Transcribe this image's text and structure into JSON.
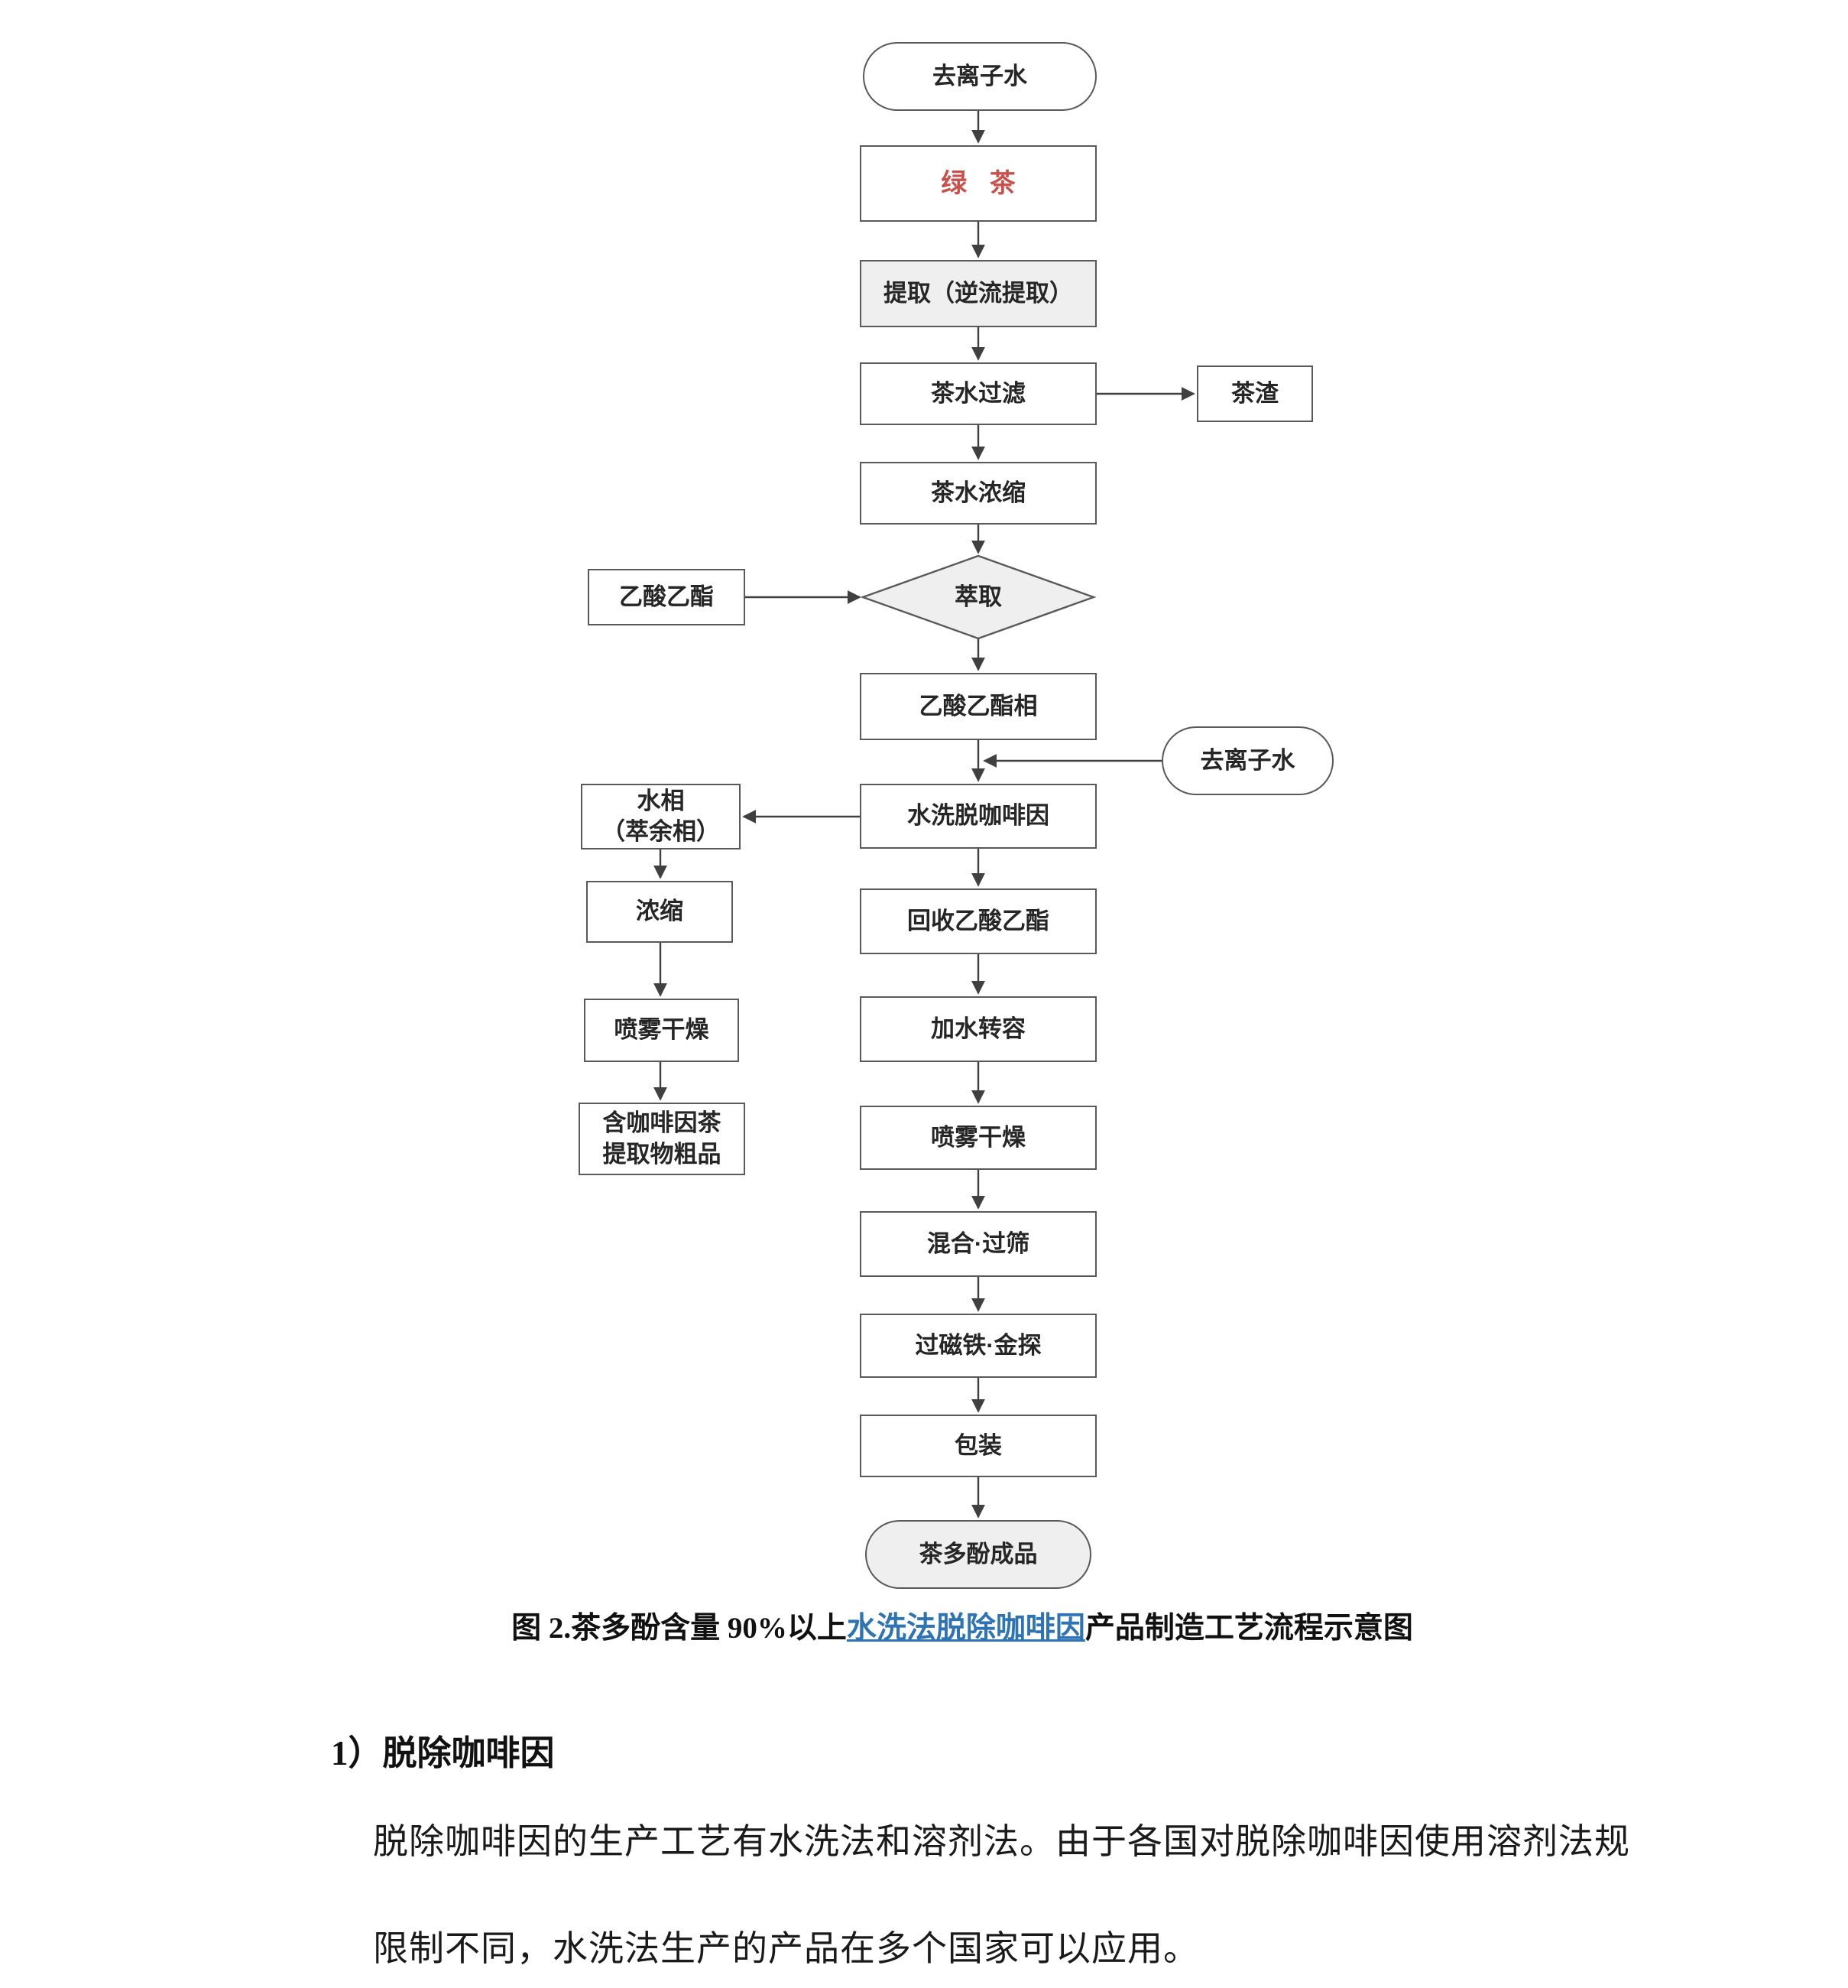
{
  "flowchart": {
    "nodes": {
      "deionized_water_top": "去离子水",
      "green_tea": "绿 茶",
      "extraction_countercurrent": "提取（逆流提取）",
      "tea_filtration": "茶水过滤",
      "tea_residue": "茶渣",
      "tea_concentration": "茶水浓缩",
      "solvent_extraction": "萃取",
      "ethyl_acetate": "乙酸乙酯",
      "ethyl_acetate_phase": "乙酸乙酯相",
      "deionized_water_right": "去离子水",
      "water_wash_decaffeination": "水洗脱咖啡因",
      "water_phase": "水相\n（萃余相）",
      "concentrate": "浓缩",
      "spray_dry_left": "喷雾干燥",
      "crude_product": "含咖啡因茶\n提取物粗品",
      "recover_ethyl_acetate": "回收乙酸乙酯",
      "add_water_transfer": "加水转容",
      "spray_dry_main": "喷雾干燥",
      "mix_sieve": "混合·过筛",
      "magnet_metal_detect": "过磁铁·金探",
      "packaging": "包装",
      "final_product": "茶多酚成品"
    },
    "colors": {
      "box_border": "#595959",
      "shaded_fill": "#efefef",
      "green_tea_text": "#c9504b",
      "caption_link": "#2e74b5",
      "arrow": "#404040"
    }
  },
  "page": {
    "caption": {
      "prefix": "图 2.茶多酚含量 90%以上",
      "link": "水洗法脱除咖啡因",
      "suffix": "产品制造工艺流程示意图"
    },
    "heading": "1）脱除咖啡因",
    "paragraph_line1": "脱除咖啡因的生产工艺有水洗法和溶剂法。由于各国对脱除咖啡因使用溶剂法规",
    "paragraph_line2": "限制不同，水洗法生产的产品在多个国家可以应用。"
  }
}
